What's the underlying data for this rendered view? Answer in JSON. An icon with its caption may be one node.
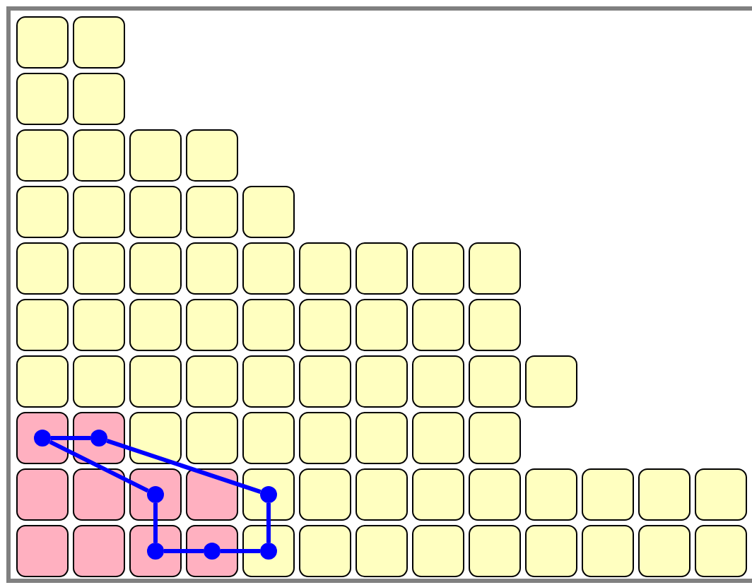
{
  "diagram": {
    "nodes": [
      {
        "text": [],
        "shape": "circle"
      },
      {
        "text": [],
        "shape": "circle"
      },
      {
        "text": [],
        "shape": "circle"
      },
      {
        "text": [],
        "shape": "circle"
      },
      {
        "text": [],
        "shape": "circle"
      },
      {
        "text": [],
        "shape": "circle"
      },
      {
        "text": [],
        "shape": "circle"
      }
    ],
    "edges": [
      {
        "from": 0,
        "to": 1,
        "arrow": "none"
      },
      {
        "from": 1,
        "to": 3,
        "arrow": "none"
      },
      {
        "from": 0,
        "to": 2,
        "arrow": "none"
      },
      {
        "from": 2,
        "to": 4,
        "arrow": "none"
      },
      {
        "from": 3,
        "to": 6,
        "arrow": "none"
      },
      {
        "from": 4,
        "to": 5,
        "arrow": "none"
      },
      {
        "from": 5,
        "to": 6,
        "arrow": "none"
      }
    ]
  }
}
